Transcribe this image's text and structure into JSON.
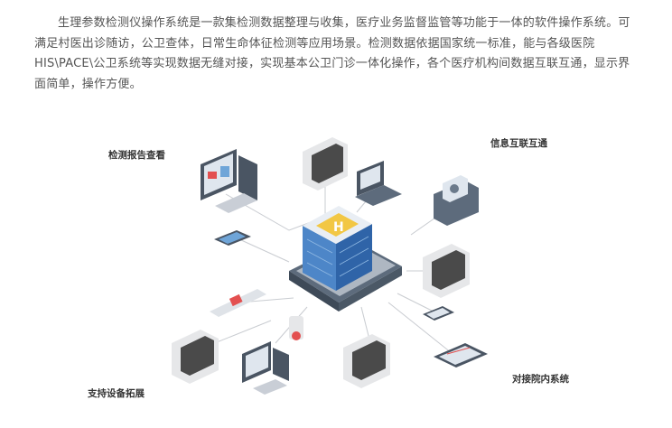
{
  "intro": {
    "text": "生理参数检测仪操作系统是一款集检测数据整理与收集，医疗业务监督监管等功能于一体的软件操作系统。可满足村医出诊随访，公卫查体，日常生命体征检测等应用场景。检测数据依据国家统一标准，能与各级医院HIS\\PACE\\公卫系统等实现数据无缝对接，实现基本公卫门诊一体化操作，各个医疗机构间数据互联互通，显示界面简单，操作方便。"
  },
  "diagram": {
    "labels": {
      "top_left": "检测报告查看",
      "top_right": "信息互联互通",
      "bottom_left": "支持设备拓展",
      "bottom_right": "对接院内系统"
    },
    "center_icon": "hospital-building-icon",
    "colors": {
      "accent_blue": "#3b6fb6",
      "light_blue": "#6fa5d8",
      "gray_device": "#e6e7e9",
      "screen_dark": "#4a4a4a",
      "yellow": "#f2c744",
      "red": "#e35050"
    }
  }
}
